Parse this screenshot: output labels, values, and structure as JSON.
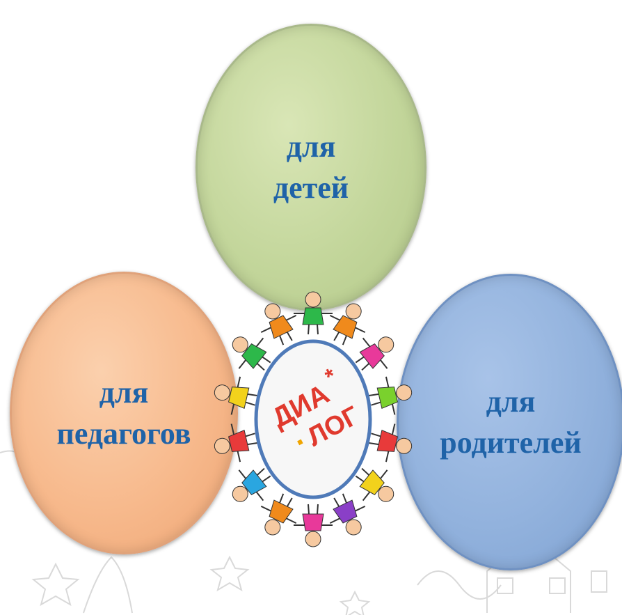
{
  "diagram": {
    "top_circle": {
      "line1": "для",
      "line2": "детей"
    },
    "left_circle": {
      "line1": "для",
      "line2": "педагогов"
    },
    "right_circle": {
      "line1": "для",
      "line2": "родителей"
    },
    "logo": {
      "part1": "ДИА",
      "dot": "·",
      "part2": "ЛОГ",
      "star": "*"
    }
  },
  "colors": {
    "text": "#1f63a8",
    "green": "#c3d69b",
    "orange": "#f7b98c",
    "blue": "#92b2dd",
    "ring": "#4f7ab8"
  }
}
